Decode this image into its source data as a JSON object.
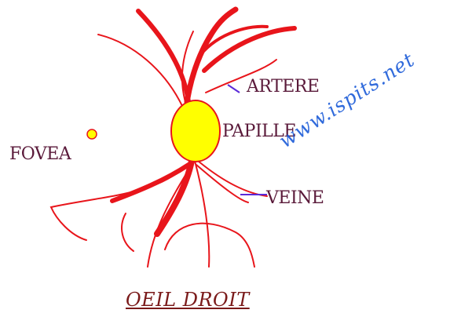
{
  "labels": {
    "artere": "ARTERE",
    "papille": "PAPILLE",
    "fovea": "FOVEA",
    "veine": "VEINE"
  },
  "title": "OEIL DROIT",
  "watermark": "www.ispits.net",
  "colors": {
    "vessel": "#e8151b",
    "papille_fill": "#ffff00",
    "fovea_fill": "#ffff00",
    "label_text": "#5a1a3a",
    "pointer_line": "#5a2ad8",
    "title_text": "#7a1a1a",
    "watermark": "#1a5ad8"
  }
}
